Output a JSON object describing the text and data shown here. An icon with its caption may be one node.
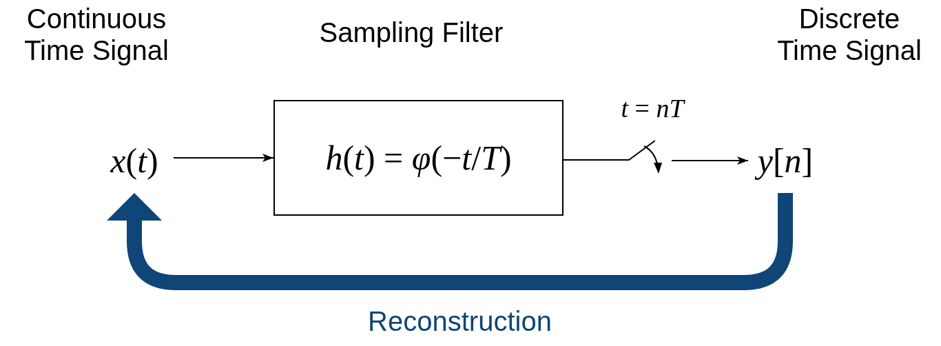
{
  "diagram": {
    "nodes": [
      {
        "text": [
          "*x*(*t*)"
        ],
        "beside": [
          "Continuous Time Signal"
        ]
      },
      {
        "text": [
          "*h*(*t*) = *φ*(−*t*/*T*)"
        ],
        "beside": [
          "Sampling Filter"
        ]
      },
      {
        "text": [],
        "shape": "picture",
        "beside": [
          "*t* = *nT*"
        ]
      },
      {
        "text": [
          "*y*[*n*]"
        ],
        "beside": [
          "Discrete Time Signal"
        ]
      }
    ],
    "edges": [
      {
        "from": 0,
        "to": 1,
        "arrow": "to"
      },
      {
        "from": 1,
        "to": 2,
        "arrow": "none"
      },
      {
        "from": 2,
        "to": 3,
        "arrow": "to"
      },
      {
        "from": 3,
        "to": 0,
        "arrow": "to",
        "label": "Reconstruction",
        "style": "thick",
        "color": "#0f4577"
      }
    ]
  }
}
